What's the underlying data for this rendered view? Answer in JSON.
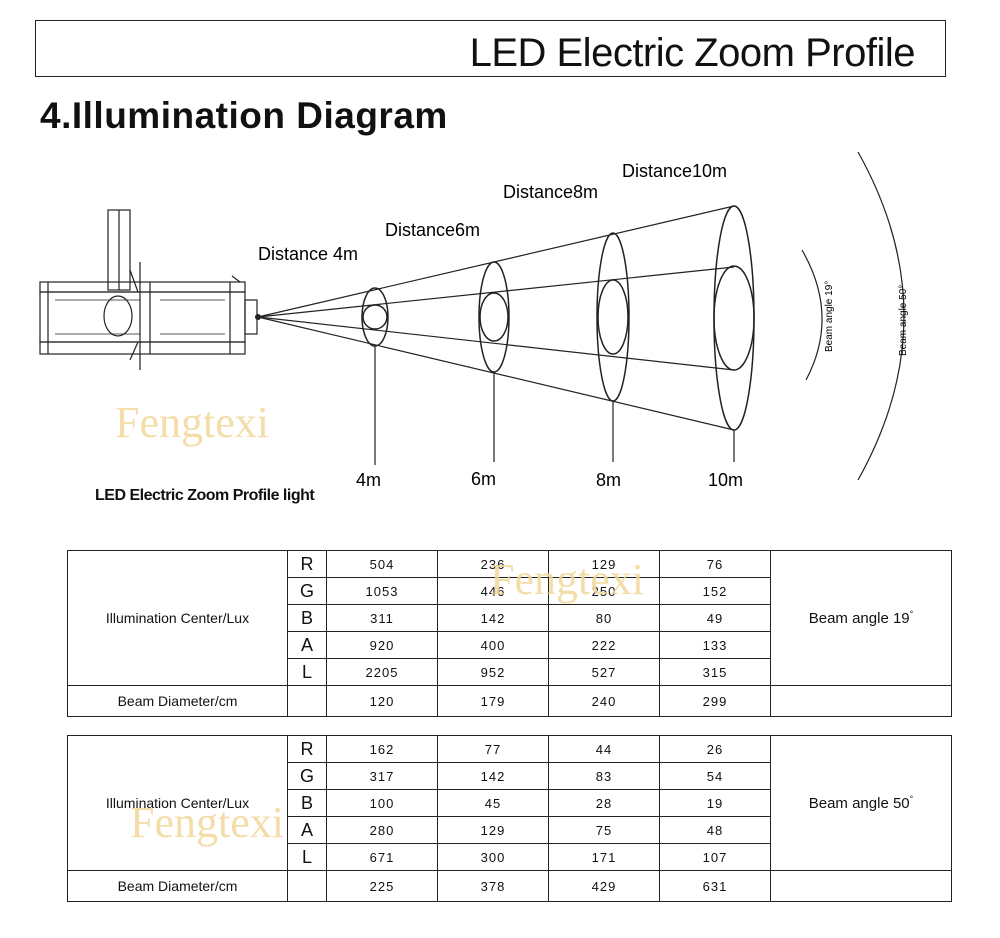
{
  "header": {
    "title": "LED Electric Zoom Profile"
  },
  "section": {
    "title": "4.Illumination Diagram"
  },
  "diagram": {
    "distance_labels": [
      "Distance 4m",
      "Distance6m",
      "Distance8m",
      "Distance10m"
    ],
    "axis_labels": [
      "4m",
      "6m",
      "8m",
      "10m"
    ],
    "beam_angle_19": "Beam angle 19°",
    "beam_angle_50": "Beam angle 50°",
    "device_caption": "LED Electric Zoom Profile light"
  },
  "watermark": "Fengtexi",
  "table1": {
    "row_label": "Illumination Center/Lux",
    "beam_label": "Beam angle 19",
    "beam_deg": "°",
    "rows": [
      {
        "ch": "R",
        "values": [
          "504",
          "236",
          "129",
          "76"
        ]
      },
      {
        "ch": "G",
        "values": [
          "1053",
          "446",
          "250",
          "152"
        ]
      },
      {
        "ch": "B",
        "values": [
          "311",
          "142",
          "80",
          "49"
        ]
      },
      {
        "ch": "A",
        "values": [
          "920",
          "400",
          "222",
          "133"
        ]
      },
      {
        "ch": "L",
        "values": [
          "2205",
          "952",
          "527",
          "315"
        ]
      }
    ],
    "diameter_label": "Beam Diameter/cm",
    "diameters": [
      "120",
      "179",
      "240",
      "299"
    ]
  },
  "table2": {
    "row_label": "Illumination Center/Lux",
    "beam_label": "Beam angle 50",
    "beam_deg": "°",
    "rows": [
      {
        "ch": "R",
        "values": [
          "162",
          "77",
          "44",
          "26"
        ]
      },
      {
        "ch": "G",
        "values": [
          "317",
          "142",
          "83",
          "54"
        ]
      },
      {
        "ch": "B",
        "values": [
          "100",
          "45",
          "28",
          "19"
        ]
      },
      {
        "ch": "A",
        "values": [
          "280",
          "129",
          "75",
          "48"
        ]
      },
      {
        "ch": "L",
        "values": [
          "671",
          "300",
          "171",
          "107"
        ]
      }
    ],
    "diameter_label": "Beam Diameter/cm",
    "diameters": [
      "225",
      "378",
      "429",
      "631"
    ]
  }
}
